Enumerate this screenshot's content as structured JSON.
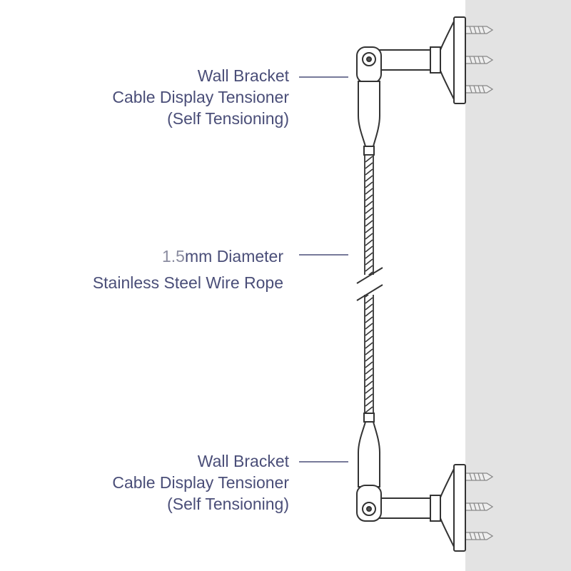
{
  "callouts": {
    "top": {
      "line1": "Wall Bracket",
      "line2": "Cable Display Tensioner",
      "line3": "(Self Tensioning)"
    },
    "middle": {
      "line1_num": "1.5",
      "line1_rest": "mm Diameter",
      "line2": "Stainless Steel Wire Rope"
    },
    "bottom": {
      "line1": "Wall Bracket",
      "line2": "Cable Display Tensioner",
      "line3": "(Self Tensioning)"
    }
  },
  "colors": {
    "text": "#4a4e78",
    "wall": "#e2e2e2",
    "outline": "#3a3a3a"
  }
}
